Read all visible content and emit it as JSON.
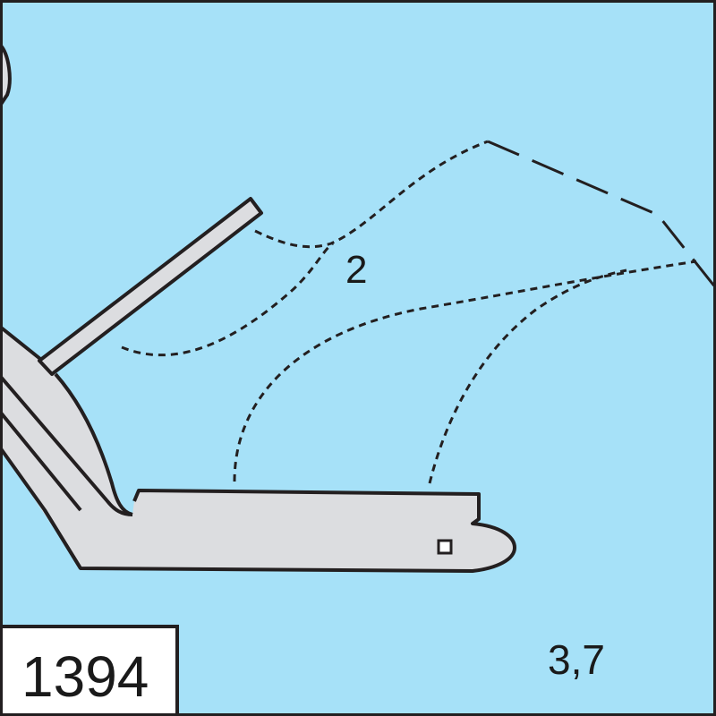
{
  "diagram": {
    "id_number": "1394",
    "labels": {
      "zone_2": "2",
      "distance": "3,7"
    },
    "colors": {
      "background": "#a6e1f8",
      "body_fill": "#dcdde0",
      "outline": "#231f20",
      "label_box": "#ffffff"
    }
  }
}
